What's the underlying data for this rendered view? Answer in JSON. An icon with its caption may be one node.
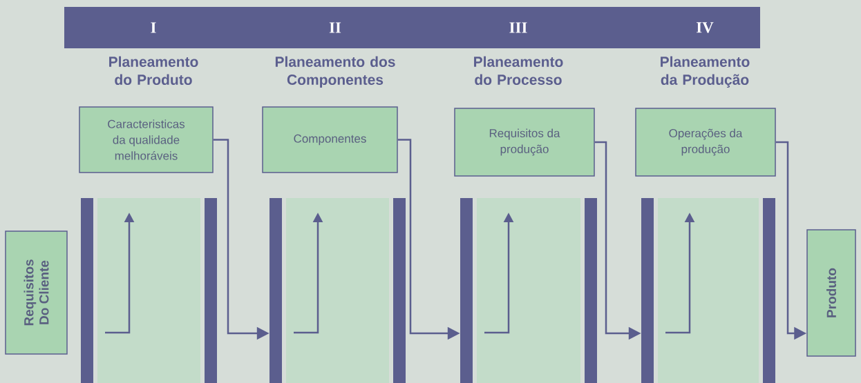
{
  "diagram": {
    "nodes": [
      {
        "text": [
          "Caracteristicas da qualidade melhoráveis"
        ]
      },
      {
        "text": [
          "Componentes"
        ]
      },
      {
        "text": [
          "Requisitos da produção"
        ]
      },
      {
        "text": [
          "Operações da produção"
        ]
      },
      {
        "text": [
          "Requisitos Do Cliente"
        ]
      },
      {
        "text": [
          "Produto"
        ]
      },
      {
        "text": [],
        "shape": "box"
      },
      {
        "text": [],
        "shape": "box"
      },
      {
        "text": [],
        "shape": "box"
      },
      {
        "text": [],
        "shape": "box"
      }
    ],
    "edges": [
      {
        "from": 0,
        "to": 7,
        "arrow": "to"
      },
      {
        "from": 1,
        "to": 8,
        "arrow": "to"
      },
      {
        "from": 2,
        "to": 9,
        "arrow": "to"
      },
      {
        "from": 3,
        "to": 5,
        "arrow": "to"
      }
    ],
    "labels": [
      "I",
      "II",
      "III",
      "IV",
      "Planeamento do Produto",
      "Planeamento dos Componentes",
      "Planeamento do Processo",
      "Planeamento da Produção"
    ]
  }
}
